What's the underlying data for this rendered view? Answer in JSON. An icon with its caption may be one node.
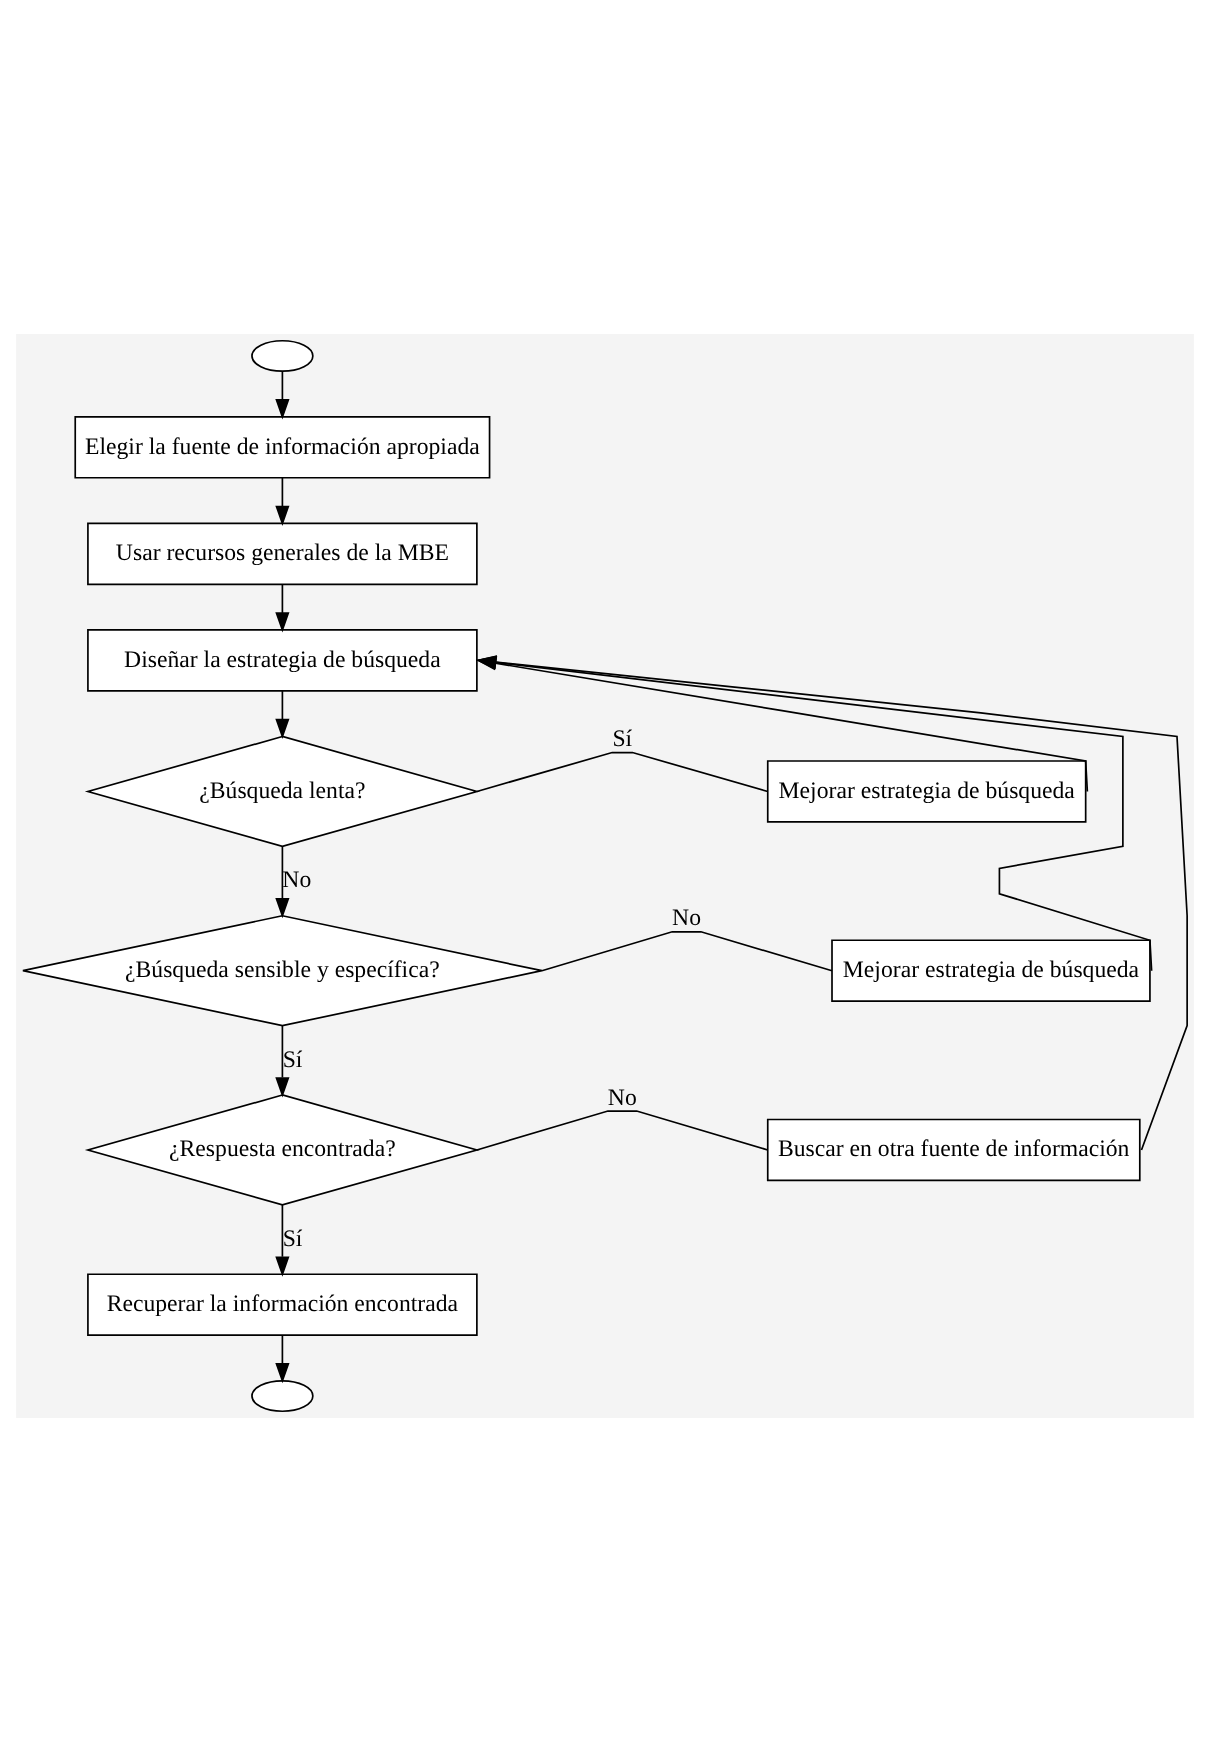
{
  "diagram": {
    "nodes": [
      {
        "text": [],
        "shape": "ellipse"
      },
      {
        "text": [
          "Elegir la fuente de información apropiada"
        ]
      },
      {
        "text": [
          "Usar recursos generales de la MBE"
        ]
      },
      {
        "text": [
          "Diseñar la estrategia de búsqueda"
        ]
      },
      {
        "text": [
          "¿Búsqueda lenta?"
        ]
      },
      {
        "text": [
          "Mejorar estrategia de búsqueda"
        ]
      },
      {
        "text": [
          "¿Búsqueda sensible y específica?"
        ]
      },
      {
        "text": [
          "Mejorar estrategia de búsqueda"
        ]
      },
      {
        "text": [
          "¿Respuesta encontrada?"
        ]
      },
      {
        "text": [
          "Buscar en otra fuente de información"
        ]
      },
      {
        "text": [
          "Recuperar la información encontrada"
        ]
      },
      {
        "text": [],
        "shape": "ellipse"
      }
    ],
    "edges": [
      {
        "from": 0,
        "to": 1,
        "arrow": "to"
      },
      {
        "from": 1,
        "to": 2,
        "arrow": "to"
      },
      {
        "from": 2,
        "to": 3,
        "arrow": "to"
      },
      {
        "from": 3,
        "to": 4,
        "arrow": "to"
      },
      {
        "from": 4,
        "to": 5,
        "label": "Sí",
        "arrow": "none"
      },
      {
        "from": 4,
        "to": 6,
        "label": "No",
        "arrow": "to"
      },
      {
        "from": 5,
        "to": 3,
        "arrow": "to"
      },
      {
        "from": 6,
        "to": 7,
        "label": "No",
        "arrow": "none"
      },
      {
        "from": 6,
        "to": 8,
        "label": "Sí",
        "arrow": "to"
      },
      {
        "from": 7,
        "to": 3,
        "arrow": "to"
      },
      {
        "from": 8,
        "to": 9,
        "label": "No",
        "arrow": "none"
      },
      {
        "from": 8,
        "to": 10,
        "label": "Sí",
        "arrow": "to"
      },
      {
        "from": 9,
        "to": 3,
        "arrow": "to"
      },
      {
        "from": 10,
        "to": 11,
        "arrow": "to"
      }
    ]
  }
}
